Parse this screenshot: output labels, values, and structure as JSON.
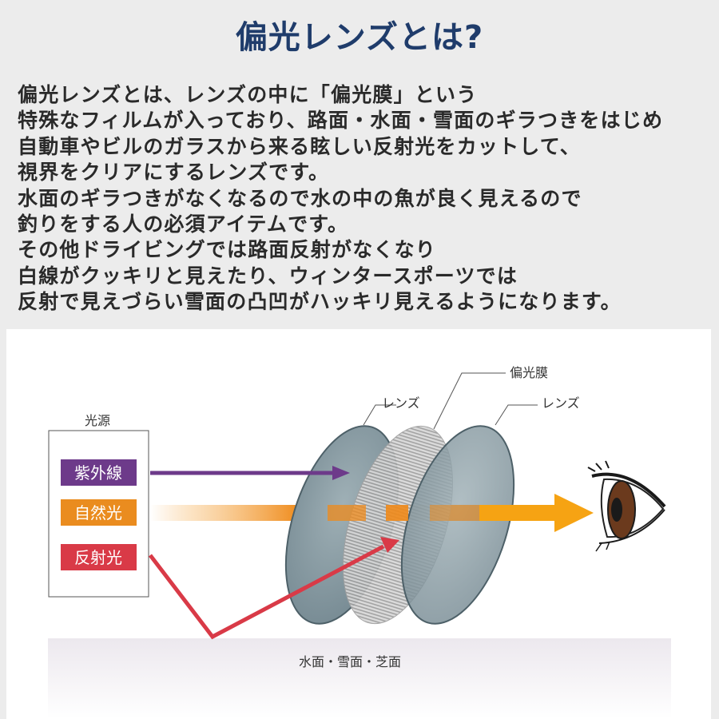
{
  "title": "偏光レンズとは?",
  "intro_lines": [
    "偏光レンズとは、レンズの中に「偏光膜」という",
    "特殊なフィルムが入っており、路面・水面・雪面のギラつきをはじめ",
    "自動車やビルのガラスから来る眩しい反射光をカットして、",
    "視界をクリアにするレンズです。",
    "水面のギラつきがなくなるので水の中の魚が良く見えるので",
    "釣りをする人の必須アイテムです。",
    "その他ドライビングでは路面反射がなくなり",
    "白線がクッキリと見えたり、ウィンタースポーツでは",
    "反射で見えづらい雪面の凸凹がハッキリ見えるようになります。"
  ],
  "diagram": {
    "light_source_label": "光源",
    "lights": [
      {
        "label": "紫外線",
        "color": "#6d3a8a"
      },
      {
        "label": "自然光",
        "color": "#ea8c1f"
      },
      {
        "label": "反射光",
        "color": "#d93a47"
      }
    ],
    "lens_label_left": "レンズ",
    "polarizing_film_label": "偏光膜",
    "lens_label_right": "レンズ",
    "surface_label": "水面・雪面・芝面",
    "eye_icon": "eye-icon"
  }
}
